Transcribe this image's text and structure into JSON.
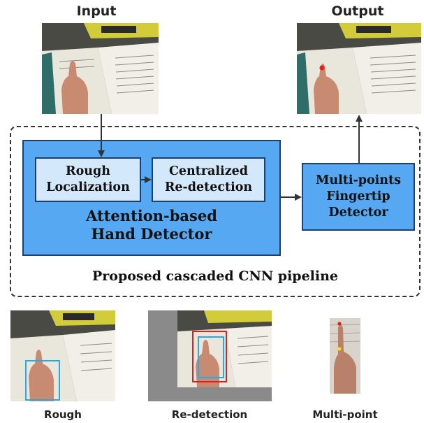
{
  "titles": {
    "input": "Input",
    "output": "Output"
  },
  "modules": {
    "rough": "Rough\nLocalization",
    "centralized": "Centralized\nRe-detection",
    "hand_detector": "Attention-based\nHand Detector",
    "multipoint": "Multi-points\nFingertip\nDetector"
  },
  "pipeline_label": "Proposed cascaded CNN pipeline",
  "captions": {
    "rough": "Rough",
    "redetection": "Re-detection",
    "multipoint": "Multi-point"
  },
  "colors": {
    "module_fill": "#56a8f2",
    "submodule_fill": "#d3e9fb",
    "border": "#1c3f6e",
    "rough_box": "#29a9e0",
    "redetect_box": "#e02020",
    "fingertip_red": "#e0201a",
    "fingertip_yellow": "#f2e21a"
  }
}
